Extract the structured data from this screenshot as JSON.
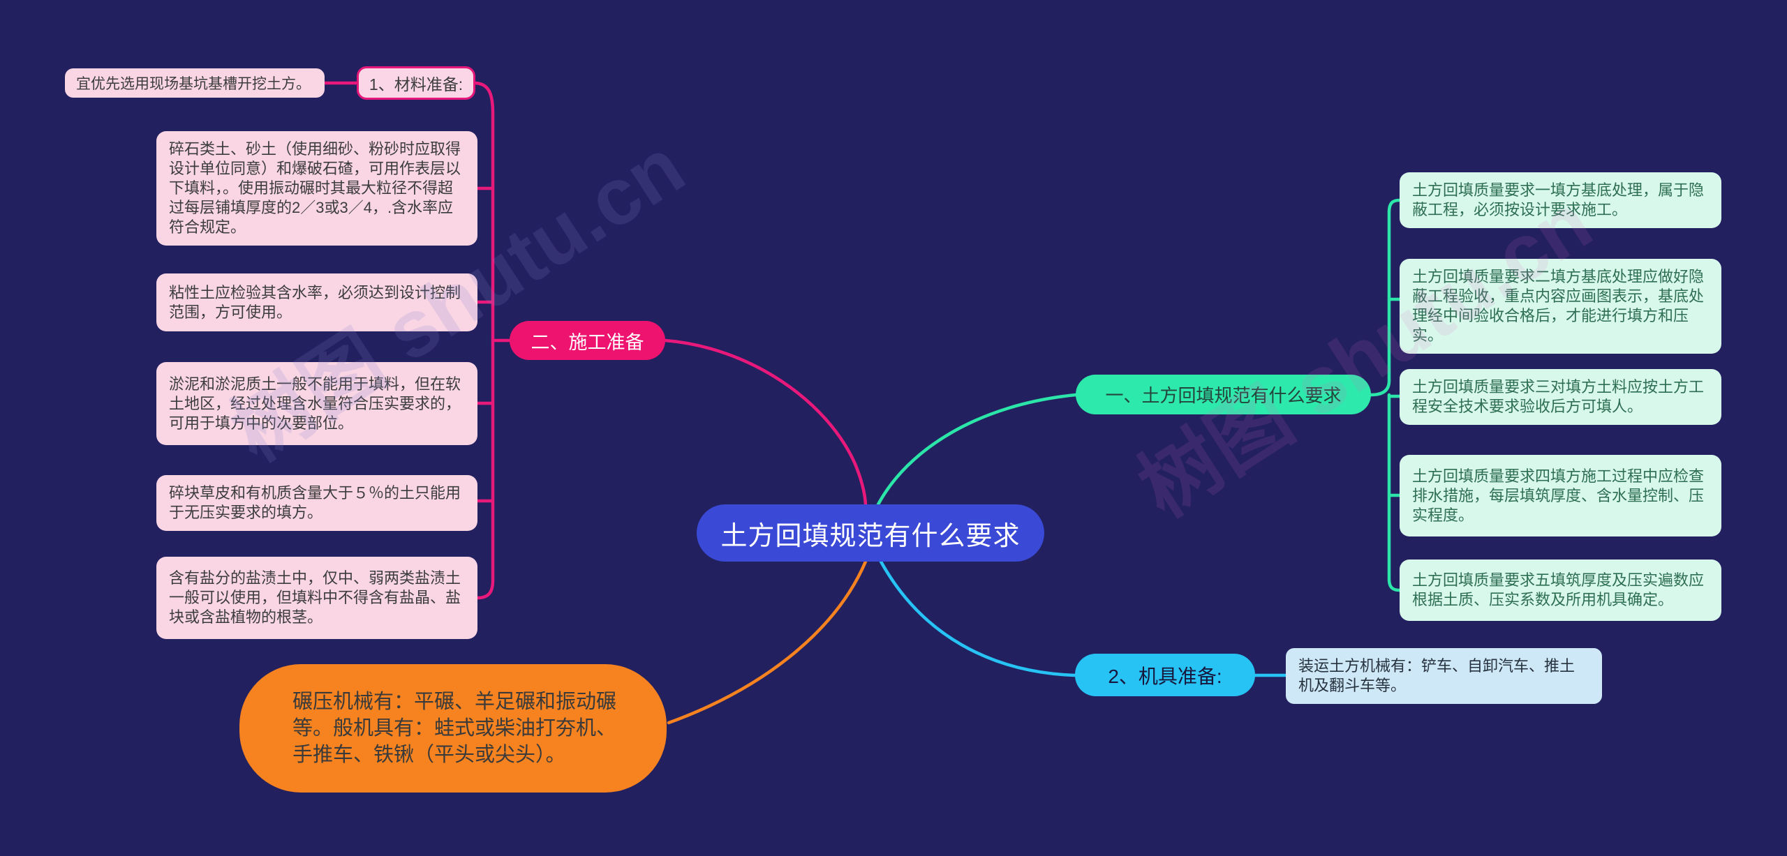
{
  "app": {
    "type": "mind-map"
  },
  "colors": {
    "background": "#232060",
    "center_node": "#3a49d6",
    "branch_magenta": "#ed136f",
    "pink_light": "#fad6e5",
    "branch_green": "#2ee9ac",
    "mint_light": "#d9f8ec",
    "branch_cyan": "#27c3f4",
    "blue_light": "#cfe8f7",
    "branch_orange": "#f6831f",
    "line_magenta": "#e8197b"
  },
  "center_node": {
    "label": "土方回填规范有什么要求"
  },
  "left_branch": {
    "node": {
      "label": "二、施工准备"
    },
    "material": {
      "node": {
        "label": "1、材料准备:"
      },
      "tip": "宜优先选用现场基坑基槽开挖土方。",
      "items": [
        "碎石类土、砂土（使用细砂、粉砂时应取得设计单位同意）和爆破石碴，可用作表层以下填料，。使用振动碾时其最大粒径不得超过每层铺填厚度的2／3或3／4，.含水率应符合规定。",
        "粘性土应检验其含水率，必须达到设计控制范围，方可使用。",
        "淤泥和淤泥质土一般不能用于填料，但在软土地区，经过处理含水量符合压实要求的，可用于填方中的次要部位。",
        "碎块草皮和有机质含量大于５％的土只能用于无压实要求的填方。",
        "含有盐分的盐渍土中，仅中、弱两类盐渍土一般可以使用，但填料中不得含有盐晶、盐块或含盐植物的根茎。"
      ]
    }
  },
  "right_branch": {
    "node": {
      "label": "一、土方回填规范有什么要求"
    },
    "items": [
      "土方回填质量要求一填方基底处理，属于隐蔽工程，必须按设计要求施工。",
      "土方回填质量要求二填方基底处理应做好隐蔽工程验收，重点内容应画图表示，基底处理经中间验收合格后，才能进行填方和压实。",
      "土方回填质量要求三对填方土料应按土方工程安全技术要求验收后方可填人。",
      "土方回填质量要求四填方施工过程中应检查排水措施，每层填筑厚度、含水量控制、压实程度。",
      "土方回填质量要求五填筑厚度及压实遍数应根据土质、压实系数及所用机具确定。"
    ]
  },
  "equipment": {
    "node": {
      "label": "2、机具准备:"
    },
    "item": "装运土方机械有：铲车、自卸汽车、推土机及翻斗车等。"
  },
  "machinery": {
    "text": "碾压机械有：平碾、羊足碾和振动碾等。般机具有：蛙式或柴油打夯机、手推车、铁锹（平头或尖头）。"
  },
  "watermark": {
    "text": "树图 shutu.cn"
  }
}
